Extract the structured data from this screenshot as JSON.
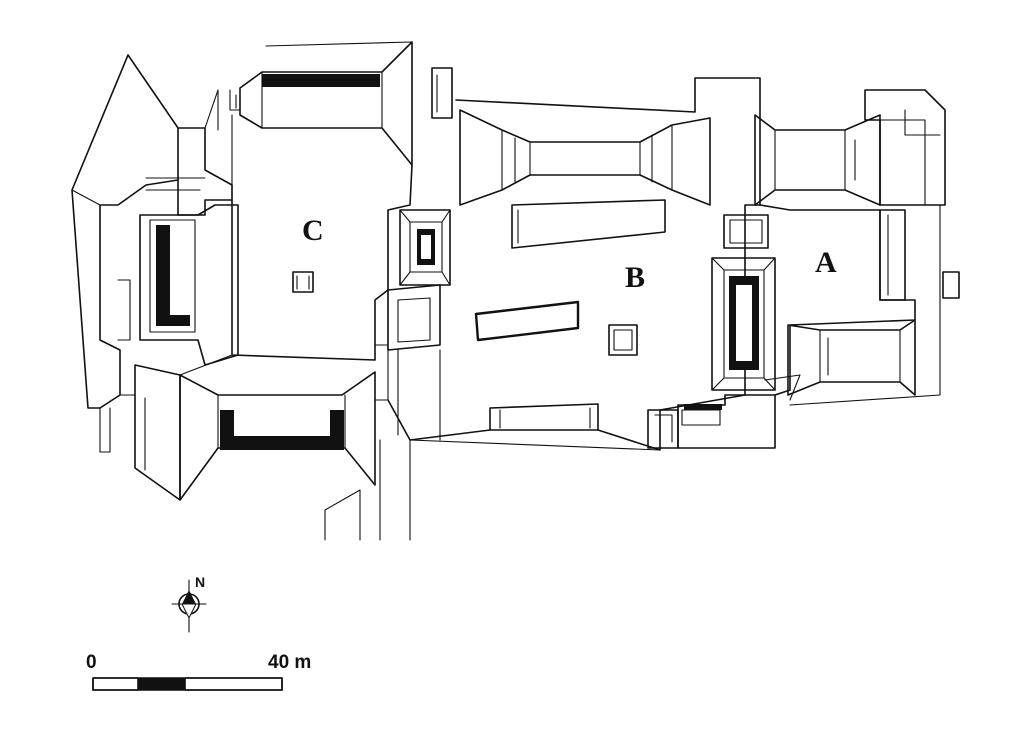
{
  "plan": {
    "labels": {
      "a": "A",
      "b": "B",
      "c": "C"
    }
  },
  "north_arrow": {
    "letter": "N"
  },
  "scale_bar": {
    "start_label": "0",
    "end_label": "40 m",
    "segment_fills": [
      "#ffffff",
      "#111111",
      "#ffffff"
    ]
  }
}
